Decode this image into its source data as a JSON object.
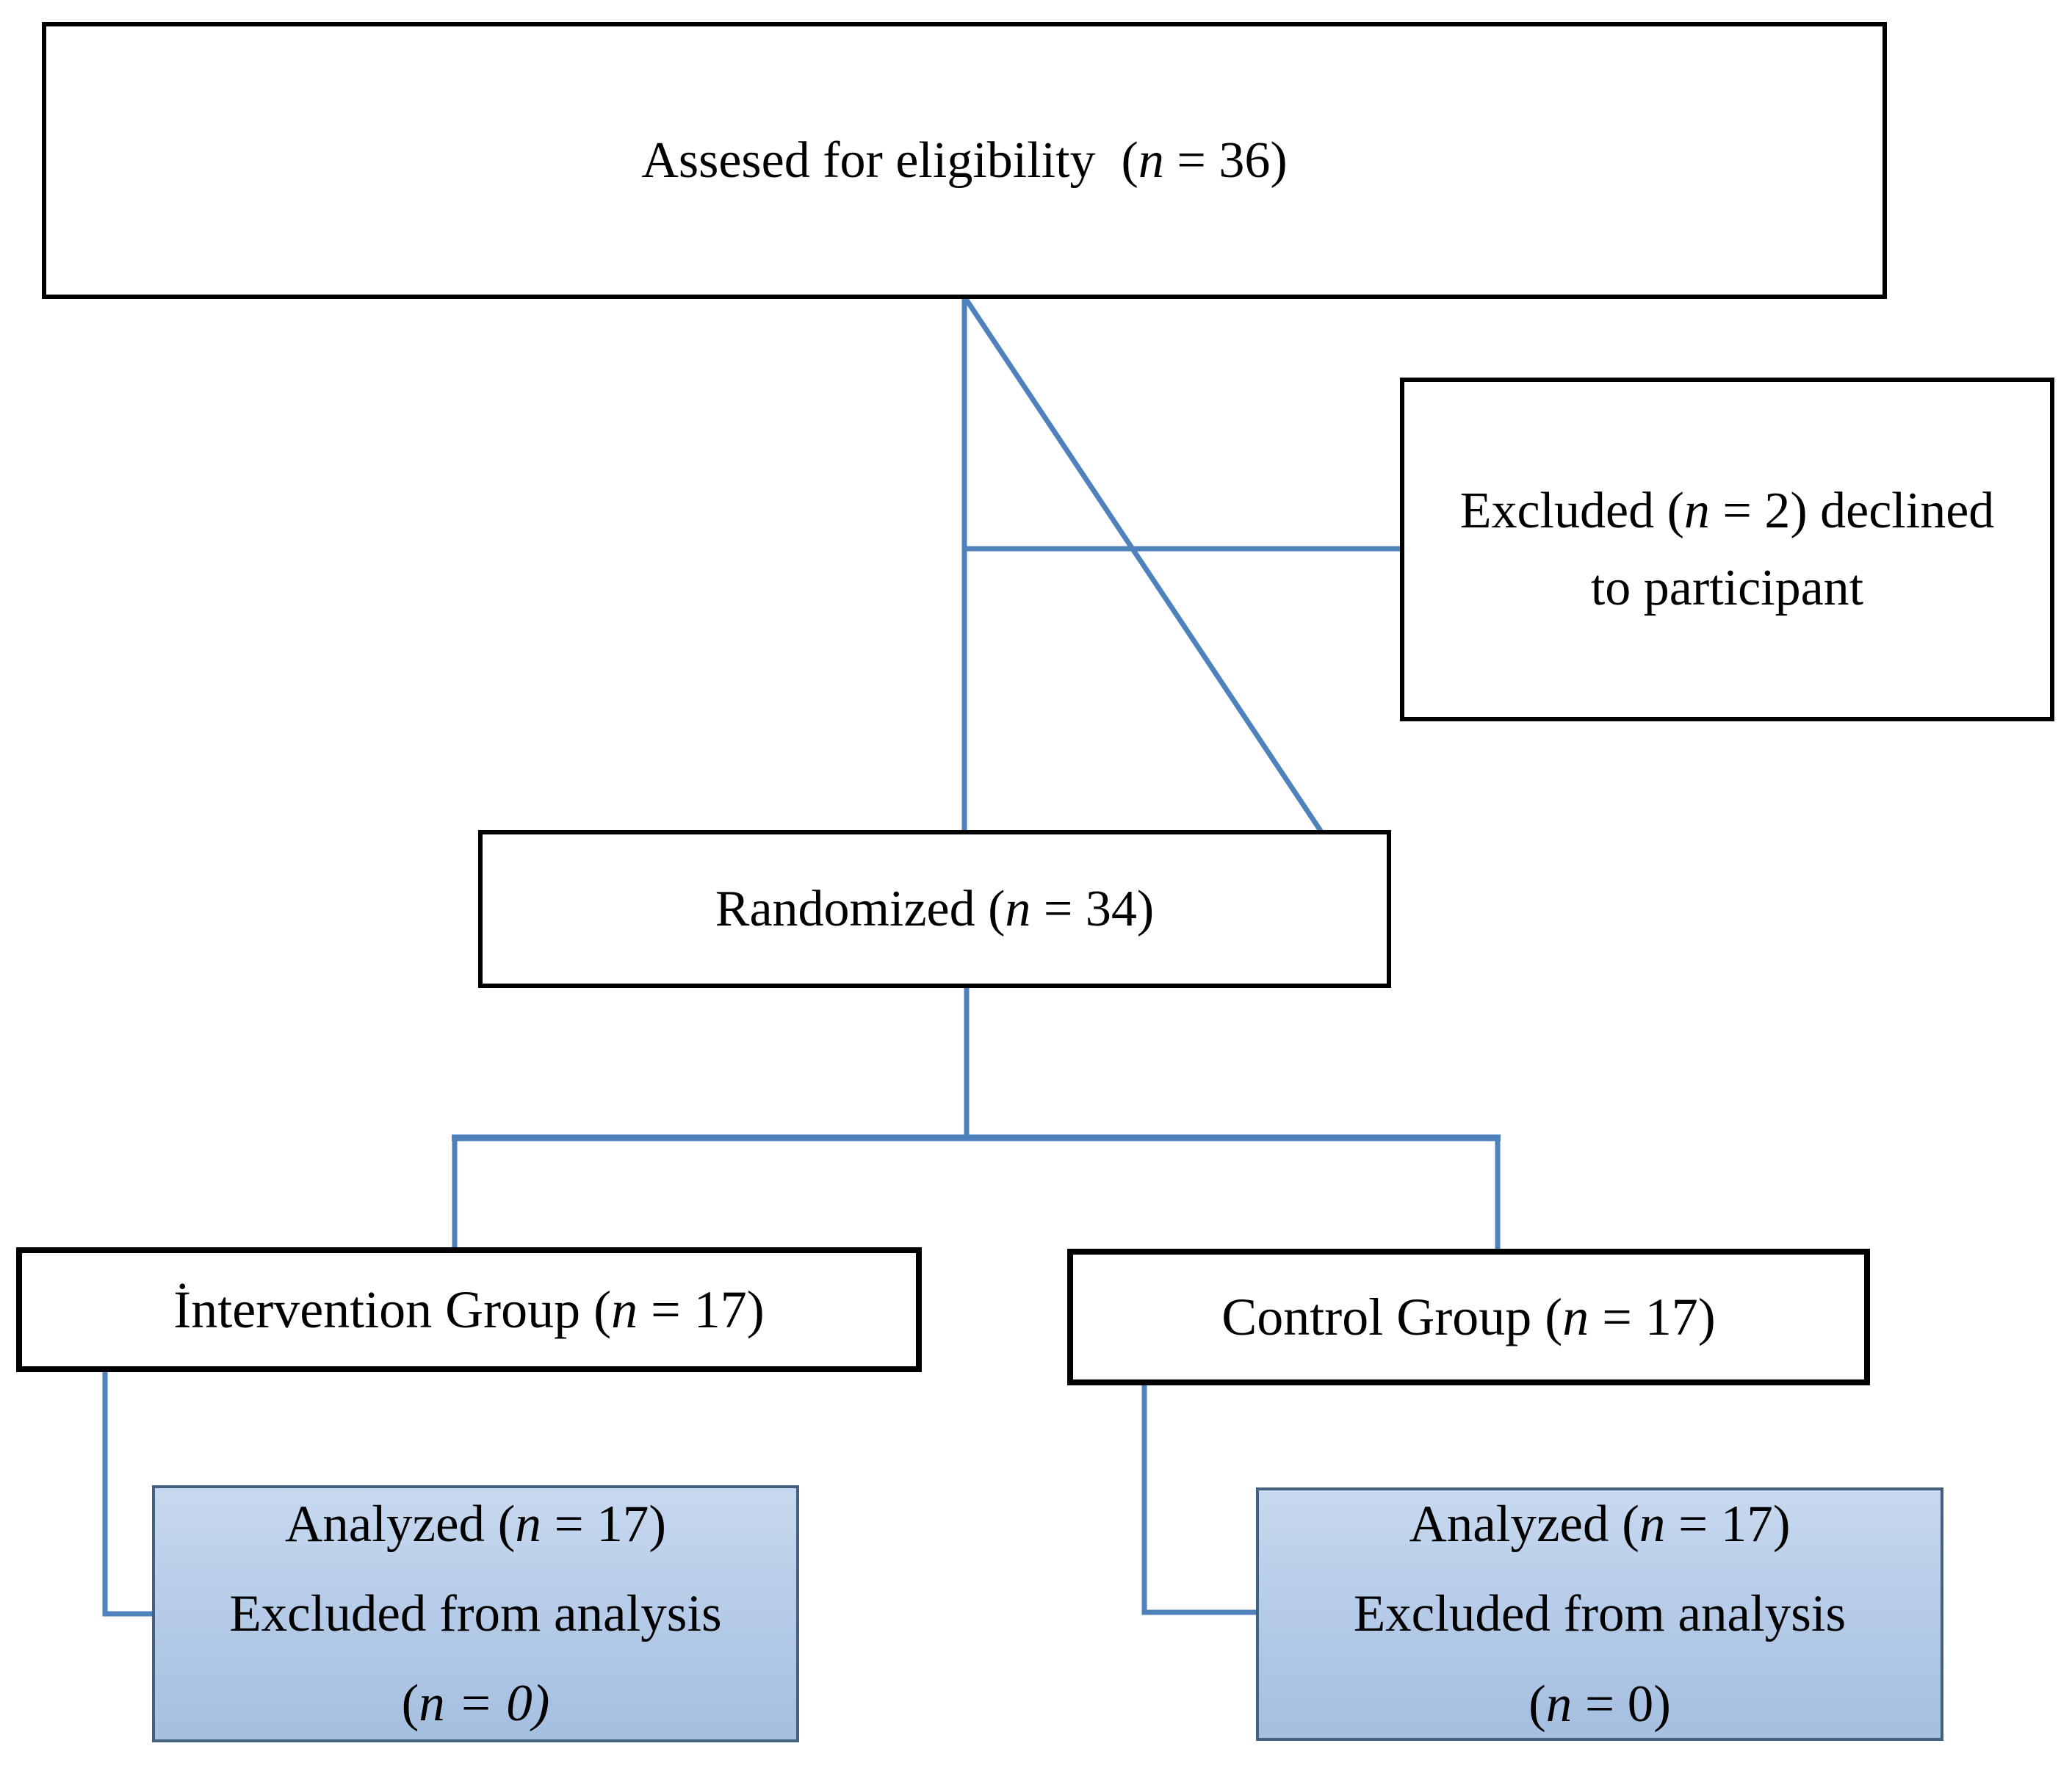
{
  "diagram": {
    "kind": "consort-flow-diagram",
    "colors": {
      "connector_blue": "#4f81bd",
      "box_border_black": "#000000",
      "analyzed_fill_top": "#c7d9ef",
      "analyzed_fill_bottom": "#a5bfe0",
      "analyzed_border": "#44627f",
      "background": "#ffffff",
      "text": "#000000"
    },
    "boxes": {
      "eligibility": {
        "prefix": "Assesed for eligibility  (",
        "n": "n",
        "suffix": " = 36)"
      },
      "excluded": {
        "line1_prefix": "Excluded (",
        "n": "n",
        "line1_suffix": " = 2) declined",
        "line2": "to participant"
      },
      "randomized": {
        "prefix": "Randomized (",
        "n": "n",
        "suffix": " = 34)"
      },
      "intervention": {
        "prefix": "İntervention Group (",
        "n": "n",
        "suffix": " = 17)"
      },
      "control": {
        "prefix": "Control Group (",
        "n": "n",
        "suffix": " = 17)"
      },
      "intervention_analyzed": {
        "line1_prefix": "Analyzed (",
        "n1": "n",
        "line1_suffix": " = 17)",
        "line2": "Excluded from analysis",
        "line3_prefix": "(",
        "n2": "n",
        "line3_suffix": " = 0)"
      },
      "control_analyzed": {
        "line1_prefix": "Analyzed (",
        "n1": "n",
        "line1_suffix": " = 17)",
        "line2": "Excluded from analysis",
        "line3_prefix": "(",
        "n2": "n",
        "line3_suffix": " = 0)"
      }
    }
  }
}
